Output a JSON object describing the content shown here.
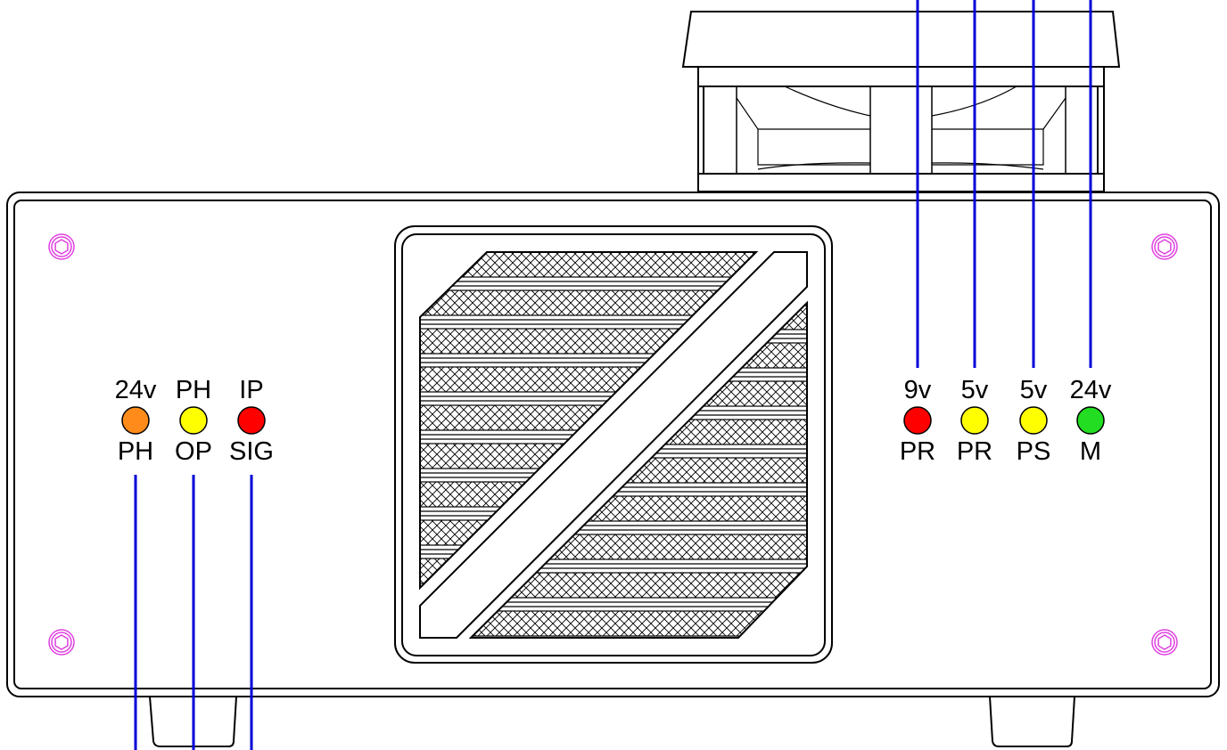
{
  "colors": {
    "outline": "#000000",
    "wire": "#0000d8",
    "screw": "#e040e0",
    "led_orange": "#ff8c1a",
    "led_yellow": "#ffff00",
    "led_red": "#ff0000",
    "led_green": "#22dd22"
  },
  "left_leds": [
    {
      "top": "24v",
      "bottom": "PH",
      "color": "#ff8c1a",
      "wire_icon": "wire-down"
    },
    {
      "top": "PH",
      "bottom": "OP",
      "color": "#ffff00",
      "wire_icon": "wire-down"
    },
    {
      "top": "IP",
      "bottom": "SIG",
      "color": "#ff0000",
      "wire_icon": "wire-down"
    }
  ],
  "right_leds": [
    {
      "top": "9v",
      "bottom": "PR",
      "color": "#ff0000",
      "wire_icon": "wire-up"
    },
    {
      "top": "5v",
      "bottom": "PR",
      "color": "#ffff00",
      "wire_icon": "wire-up"
    },
    {
      "top": "5v",
      "bottom": "PS",
      "color": "#ffff00",
      "wire_icon": "wire-up"
    },
    {
      "top": "24v",
      "bottom": "M",
      "color": "#22dd22",
      "wire_icon": "wire-up"
    }
  ],
  "parts": {
    "fan": "fan-icon",
    "grille": "vent-grille-icon",
    "screws": "hex-screw-icon",
    "feet": "foot-icon"
  }
}
